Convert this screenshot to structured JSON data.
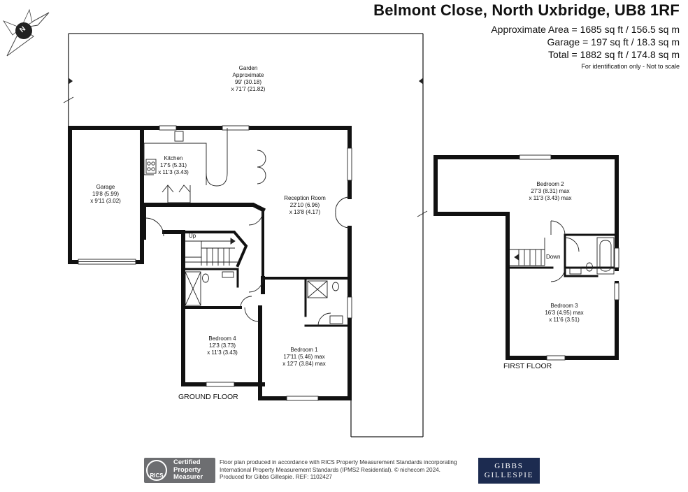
{
  "header": {
    "title": "Belmont Close, North Uxbridge, UB8 1RF",
    "approx_area": "Approximate Area = 1685 sq ft / 156.5 sq m",
    "garage_area": "Garage = 197 sq ft / 18.3 sq m",
    "total_area": "Total = 1882 sq ft / 174.8 sq m",
    "note": "For identification only - Not to scale"
  },
  "compass": {
    "label": "N",
    "icon": "compass-icon"
  },
  "ground_floor": {
    "label": "GROUND FLOOR",
    "garden": {
      "name": "Garden",
      "sub": "Approximate",
      "dim1": "99' (30.18)",
      "dim2": "x 71'7 (21.82)"
    },
    "garage": {
      "name": "Garage",
      "dim1": "19'8 (5.99)",
      "dim2": "x 9'11 (3.02)"
    },
    "kitchen": {
      "name": "Kitchen",
      "dim1": "17'5 (5.31)",
      "dim2": "x 11'3 (3.43)"
    },
    "reception": {
      "name": "Reception Room",
      "dim1": "22'10 (6.96)",
      "dim2": "x 13'8 (4.17)"
    },
    "bedroom4": {
      "name": "Bedroom 4",
      "dim1": "12'3 (3.73)",
      "dim2": "x 11'3 (3.43)"
    },
    "bedroom1": {
      "name": "Bedroom 1",
      "dim1": "17'11 (5.46) max",
      "dim2": "x 12'7 (3.84) max"
    },
    "stairs_label": "Up"
  },
  "first_floor": {
    "label": "FIRST FLOOR",
    "bedroom2": {
      "name": "Bedroom 2",
      "dim1": "27'3 (8.31) max",
      "dim2": "x 11'3 (3.43) max"
    },
    "bedroom3": {
      "name": "Bedroom 3",
      "dim1": "16'3 (4.95) max",
      "dim2": "x 11'6 (3.51)"
    },
    "stairs_label": "Down"
  },
  "footer": {
    "rics_logo": "RICS",
    "rics_cert_1": "Certified",
    "rics_cert_2": "Property",
    "rics_cert_3": "Measurer",
    "fine_1": "Floor plan produced in accordance with RICS Property Measurement Standards incorporating",
    "fine_2": "International Property Measurement Standards (IPMS2 Residential).  © nichecom 2024.",
    "fine_3": "Produced for Gibbs Gillespie.   REF:  1102427",
    "brand_1": "GIBBS",
    "brand_2": "GILLESPIE"
  }
}
